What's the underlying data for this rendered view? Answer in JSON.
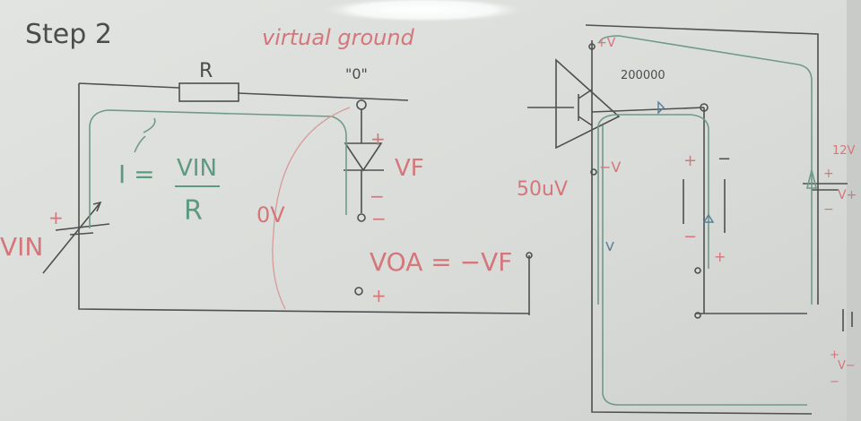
{
  "whiteboard": {
    "title": "Step 2",
    "resistor_label": "R",
    "virtual_ground_label": "virtual ground",
    "zero_node_label": "\"0\"",
    "diode_plus": "+",
    "diode_minus": "−",
    "diode_out_minus": "−",
    "vf_label": "VF",
    "current_eq": {
      "lhs": "I =",
      "numerator": "VIN",
      "denominator": "R"
    },
    "zero_volt_label": "0V",
    "vin_label": "VIN",
    "vin_plus": "+",
    "voa_eq": "VOA = −VF",
    "node_plus": "+",
    "input_voltage": "50uV",
    "opamp": {
      "pos_supply": "+V",
      "neg_supply": "−V",
      "gain": "200000"
    },
    "load": {
      "plus": "+",
      "minus": "−",
      "lower_minus": "−",
      "lower_plus": "+"
    },
    "supply": {
      "voltage": "12V",
      "plus": "+",
      "label": "V+",
      "minus": "−"
    },
    "lower_supply": {
      "plus": "+",
      "label": "V−",
      "minus": "−"
    }
  }
}
